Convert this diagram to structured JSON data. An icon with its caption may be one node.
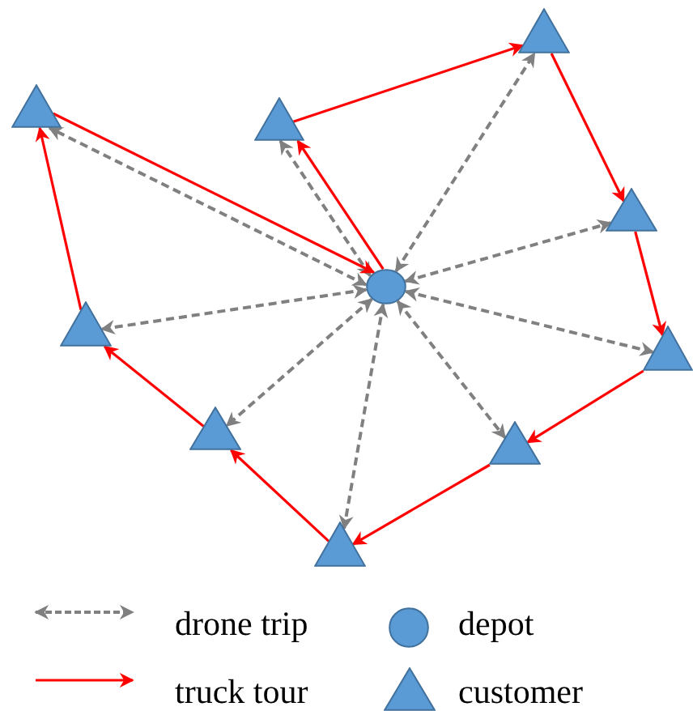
{
  "diagram": {
    "nodes": [
      {
        "text": [],
        "shape": "circle"
      },
      {
        "text": [],
        "shape": "triangle"
      },
      {
        "text": [],
        "shape": "triangle"
      },
      {
        "text": [],
        "shape": "triangle"
      },
      {
        "text": [],
        "shape": "triangle"
      },
      {
        "text": [],
        "shape": "triangle"
      },
      {
        "text": [],
        "shape": "triangle"
      },
      {
        "text": [],
        "shape": "triangle"
      },
      {
        "text": [],
        "shape": "triangle"
      },
      {
        "text": [],
        "shape": "triangle"
      }
    ],
    "edges": [
      {
        "from": 0,
        "to": 1,
        "arrow": "both",
        "style": "dashed",
        "color": "#808080"
      },
      {
        "from": 0,
        "to": 2,
        "arrow": "both",
        "style": "dashed",
        "color": "#808080"
      },
      {
        "from": 0,
        "to": 3,
        "arrow": "both",
        "style": "dashed",
        "color": "#808080"
      },
      {
        "from": 0,
        "to": 4,
        "arrow": "both",
        "style": "dashed",
        "color": "#808080"
      },
      {
        "from": 0,
        "to": 5,
        "arrow": "both",
        "style": "dashed",
        "color": "#808080"
      },
      {
        "from": 0,
        "to": 6,
        "arrow": "both",
        "style": "dashed",
        "color": "#808080"
      },
      {
        "from": 0,
        "to": 7,
        "arrow": "both",
        "style": "dashed",
        "color": "#808080"
      },
      {
        "from": 0,
        "to": 8,
        "arrow": "both",
        "style": "dashed",
        "color": "#808080"
      },
      {
        "from": 0,
        "to": 9,
        "arrow": "both",
        "style": "dashed",
        "color": "#808080"
      },
      {
        "from": 0,
        "to": 2,
        "arrow": "to"
      },
      {
        "from": 2,
        "to": 3,
        "arrow": "to"
      },
      {
        "from": 3,
        "to": 4,
        "arrow": "to"
      },
      {
        "from": 4,
        "to": 5,
        "arrow": "to"
      },
      {
        "from": 5,
        "to": 6,
        "arrow": "to"
      },
      {
        "from": 6,
        "to": 7,
        "arrow": "to"
      },
      {
        "from": 7,
        "to": 8,
        "arrow": "to"
      },
      {
        "from": 8,
        "to": 9,
        "arrow": "to"
      },
      {
        "from": 9,
        "to": 1,
        "arrow": "to"
      },
      {
        "from": 1,
        "to": 0,
        "arrow": "to"
      }
    ],
    "legend": [
      {
        "text": "drone trip"
      },
      {
        "text": "depot"
      },
      {
        "text": "truck tour"
      },
      {
        "text": "customer"
      }
    ]
  }
}
